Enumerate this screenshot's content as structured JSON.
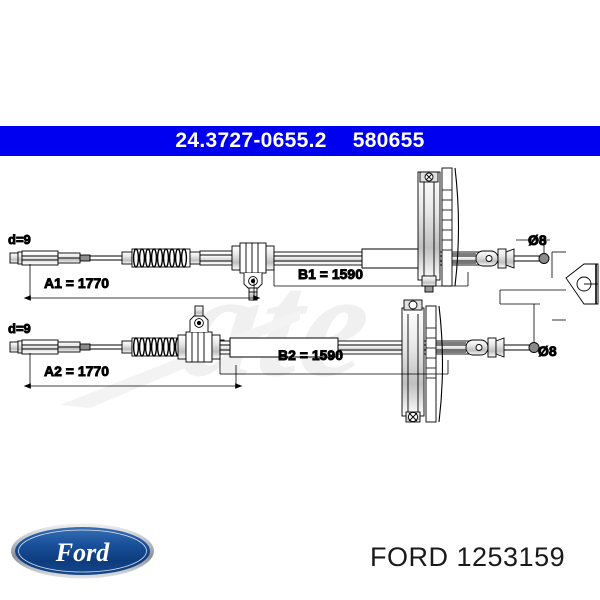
{
  "header": {
    "part_code": "24.3727-0655.2",
    "reference_number": "580655",
    "background_color": "#0000f0",
    "text_color": "#ffffff"
  },
  "drawing": {
    "watermark_text": "ate",
    "top_assembly": {
      "label": "top-cable-assembly",
      "end_diameter_label": "d=9",
      "total_length_label": "A1 = 1770",
      "inner_length_label": "B1 = 1590",
      "rod_diameter_label": "Ø8"
    },
    "bottom_assembly": {
      "label": "bottom-cable-assembly",
      "end_diameter_label": "d=9",
      "total_length_label": "A2 = 1770",
      "inner_length_label": "B2 = 1590",
      "rod_diameter_label": "Ø8"
    }
  },
  "footer": {
    "brand_logo_name": "ford-oval-logo",
    "brand_logo_text": "Ford",
    "part_reference": "FORD 1253159"
  }
}
